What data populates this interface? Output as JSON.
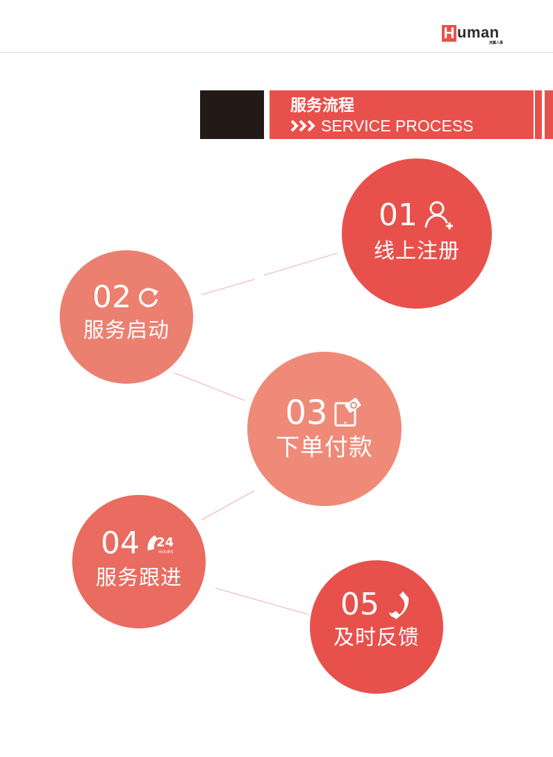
{
  "header": {
    "logo_initial": "H",
    "logo_word": "uman",
    "logo_subtitle": "虎翼人事"
  },
  "section": {
    "title_cn": "服务流程",
    "title_en": "SERVICE PROCESS",
    "accent_color": "#e8514b",
    "dark_color": "#231916"
  },
  "steps": [
    {
      "number": "01",
      "label": "线上注册",
      "icon": "add-user-icon",
      "color": "#e8514b"
    },
    {
      "number": "02",
      "label": "服务启动",
      "icon": "refresh-icon",
      "color": "#ec8070"
    },
    {
      "number": "03",
      "label": "下单付款",
      "icon": "payment-icon",
      "color": "#ef8a78"
    },
    {
      "number": "04",
      "label": "服务跟进",
      "icon": "support-24h-icon",
      "icon_text": "24",
      "icon_subtext": "HOURS",
      "color": "#ea6b5f"
    },
    {
      "number": "05",
      "label": "及时反馈",
      "icon": "phone-icon",
      "color": "#e8514b"
    }
  ]
}
